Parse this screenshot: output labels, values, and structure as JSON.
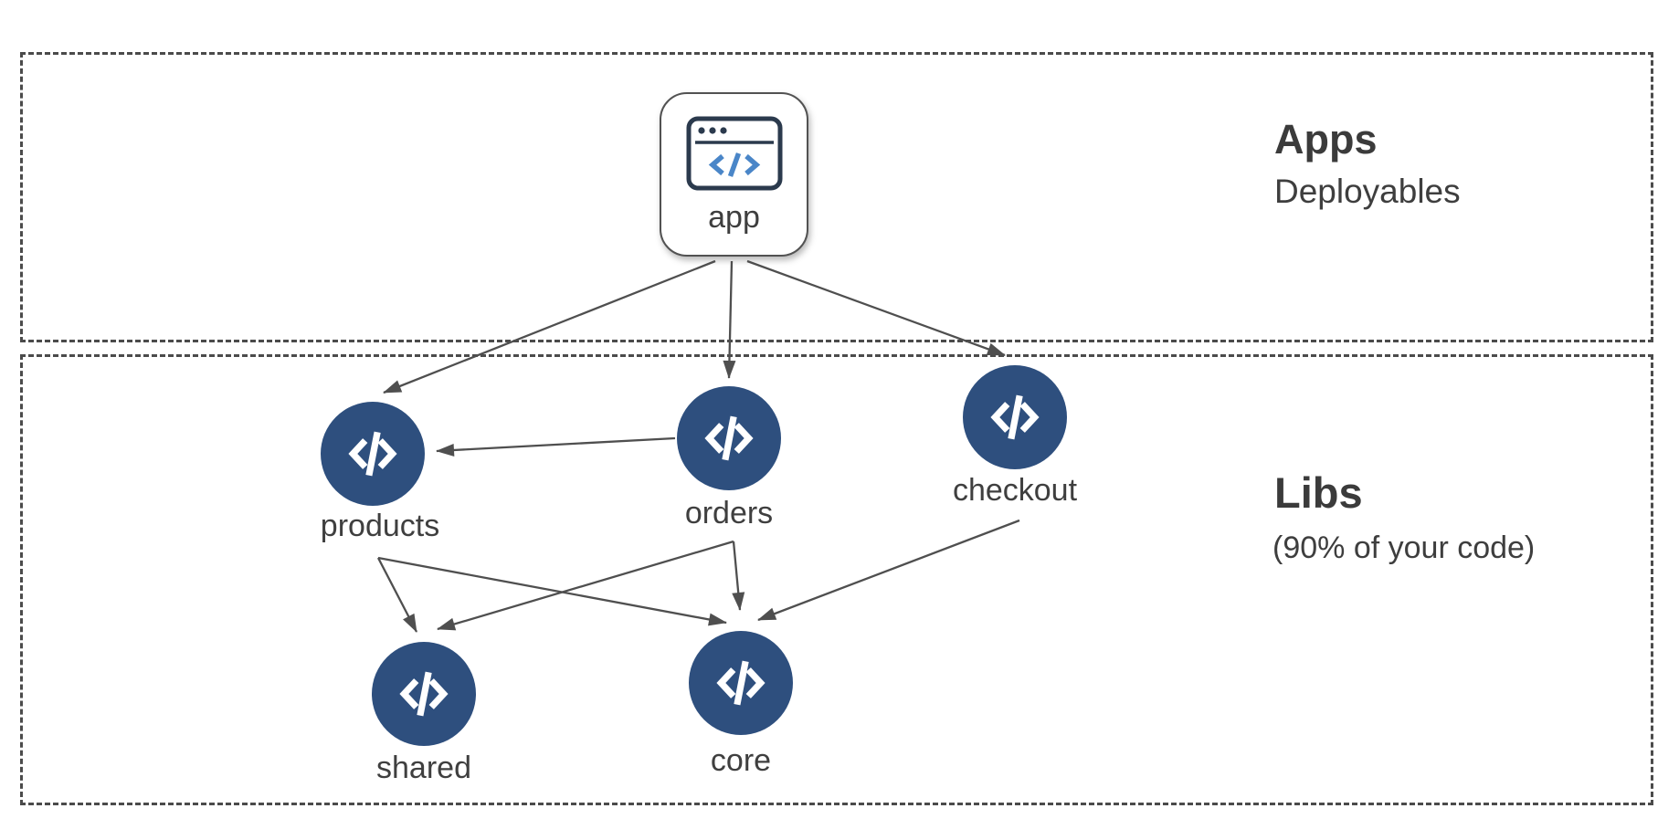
{
  "diagram": {
    "sections": [
      {
        "id": "apps",
        "title": "Apps",
        "subtitle": "Deployables"
      },
      {
        "id": "libs",
        "title": "Libs",
        "subtitle": "(90% of your code)"
      }
    ],
    "nodes": [
      {
        "id": "app",
        "label": "app",
        "type": "application",
        "icon": "browser-code-icon"
      },
      {
        "id": "products",
        "label": "products",
        "type": "library",
        "icon": "code-icon"
      },
      {
        "id": "orders",
        "label": "orders",
        "type": "library",
        "icon": "code-icon"
      },
      {
        "id": "checkout",
        "label": "checkout",
        "type": "library",
        "icon": "code-icon"
      },
      {
        "id": "shared",
        "label": "shared",
        "type": "library",
        "icon": "code-icon"
      },
      {
        "id": "core",
        "label": "core",
        "type": "library",
        "icon": "code-icon"
      }
    ],
    "edges": [
      {
        "from": "app",
        "to": "products"
      },
      {
        "from": "app",
        "to": "orders"
      },
      {
        "from": "app",
        "to": "checkout"
      },
      {
        "from": "orders",
        "to": "products"
      },
      {
        "from": "products",
        "to": "shared"
      },
      {
        "from": "products",
        "to": "core"
      },
      {
        "from": "orders",
        "to": "shared"
      },
      {
        "from": "orders",
        "to": "core"
      },
      {
        "from": "checkout",
        "to": "core"
      }
    ],
    "colors": {
      "node_circle": "#2e4f7e",
      "icon_glyph": "#ffffff",
      "app_icon_stroke": "#2b3a4d",
      "app_icon_code": "#4a86c8",
      "arrow": "#4f4f4f",
      "dashed_border": "#4b4b4b",
      "text": "#3e3e3e"
    }
  }
}
